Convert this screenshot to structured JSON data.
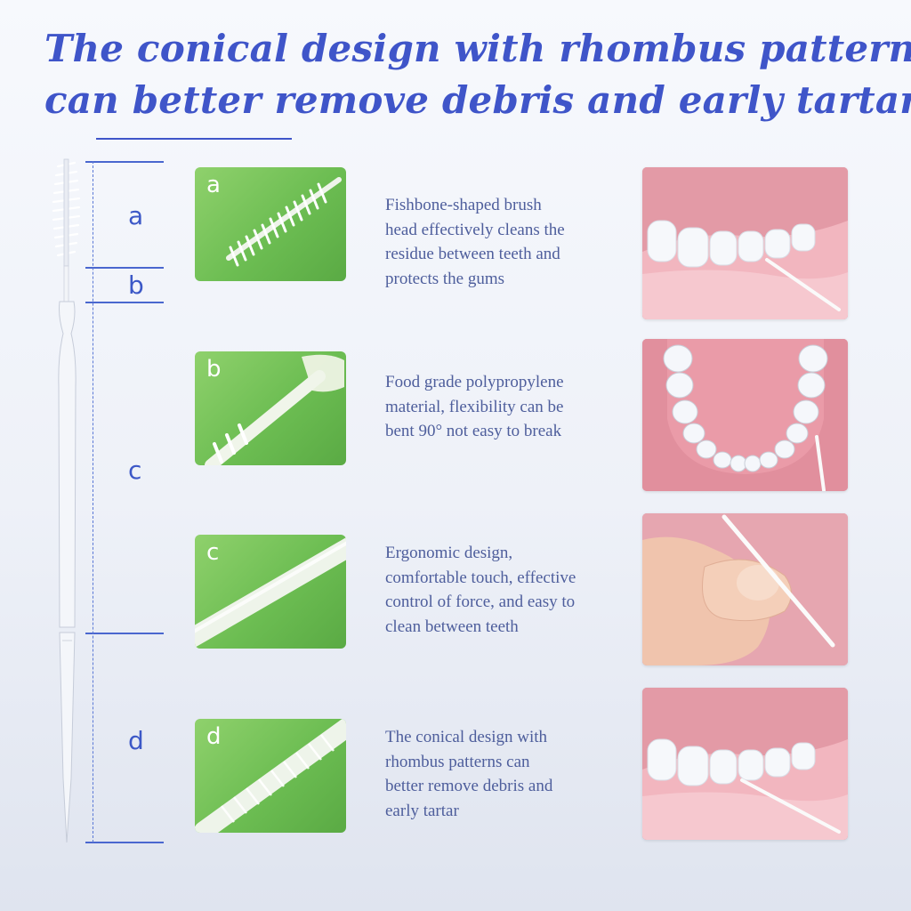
{
  "headline": {
    "lines": [
      "The conical design with rhombus patterns",
      "can better remove debris and early tartar"
    ]
  },
  "segments": [
    "a",
    "b",
    "c",
    "d"
  ],
  "features": [
    {
      "letter": "a",
      "description": [
        "Fishbone-shaped brush",
        "head effectively cleans the",
        "residue between teeth and",
        "protects the gums"
      ]
    },
    {
      "letter": "b",
      "description": [
        "Food grade polypropylene",
        "material, flexibility can be",
        "bent 90° not easy to break"
      ]
    },
    {
      "letter": "c",
      "description": [
        "Ergonomic design,",
        "comfortable touch, effective",
        "control of force, and easy to",
        "clean between teeth"
      ]
    },
    {
      "letter": "d",
      "description": [
        "The conical design with",
        "rhombus patterns can",
        "better remove debris and",
        "early tartar"
      ]
    }
  ],
  "colors": {
    "title": "#3f55c9",
    "text": "#4e5e9c",
    "thumb_green": "#6cbd52",
    "gum_pink": "#de8e9c"
  }
}
